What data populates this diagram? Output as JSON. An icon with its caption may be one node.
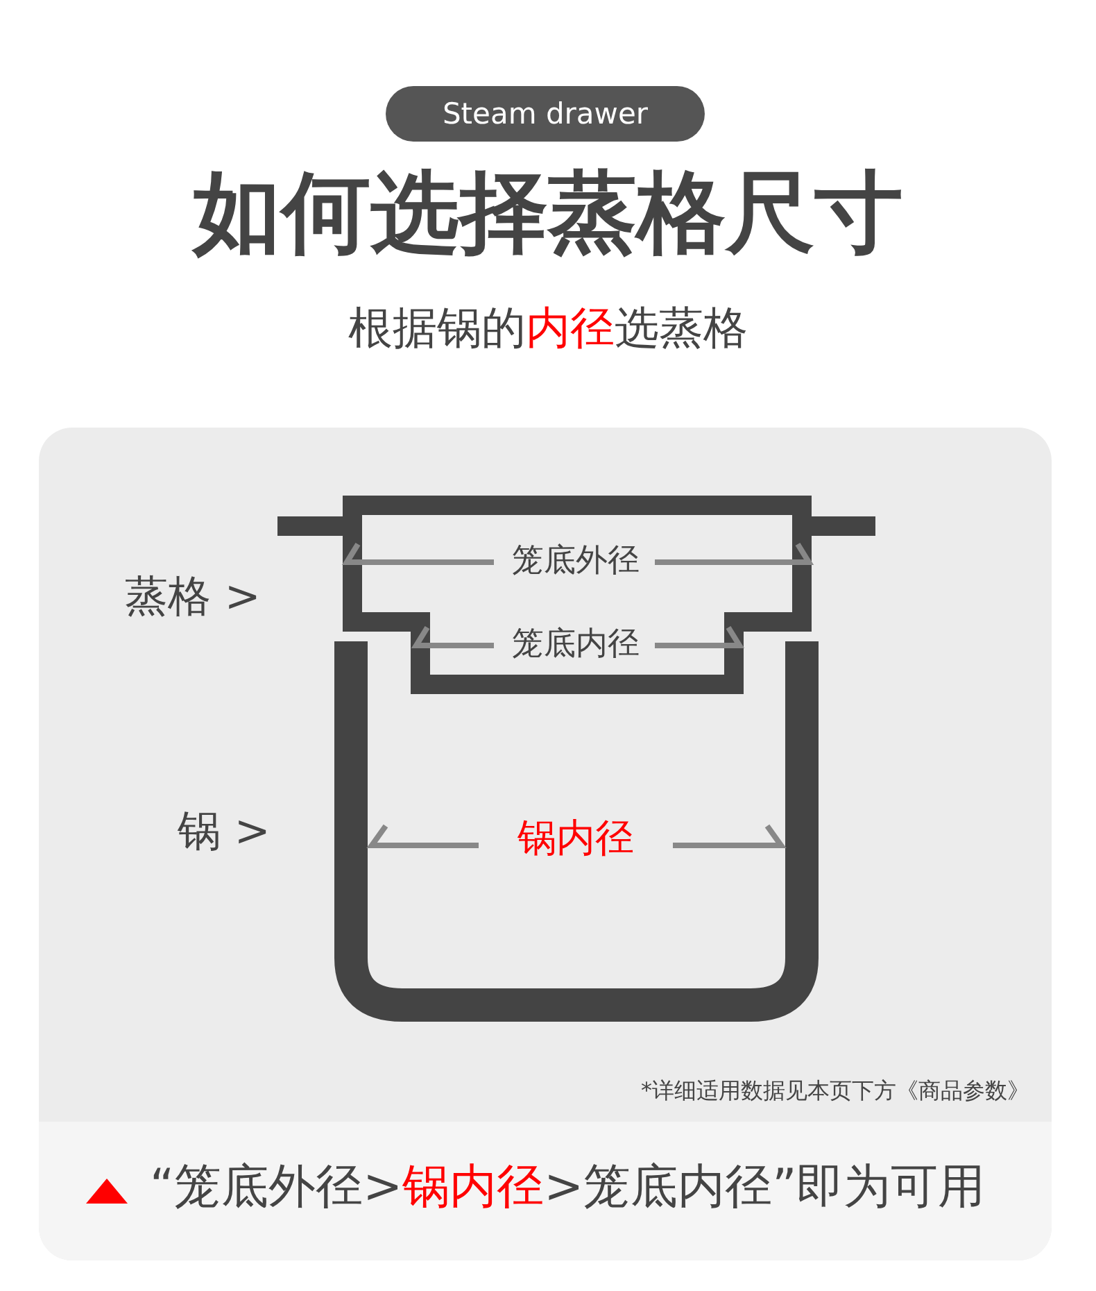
{
  "diagram": {
    "title": "如何选择蒸格尺寸",
    "labels": [
      "Steam drawer",
      "根据锅的**内径**选蒸格",
      "蒸格 >",
      "笼底外径",
      "笼底内径",
      "锅 >",
      "锅内径",
      "*详细适用数据见本页下方《商品参数》",
      "“笼底外径>**锅内径**>笼底内径”即为可用"
    ]
  }
}
